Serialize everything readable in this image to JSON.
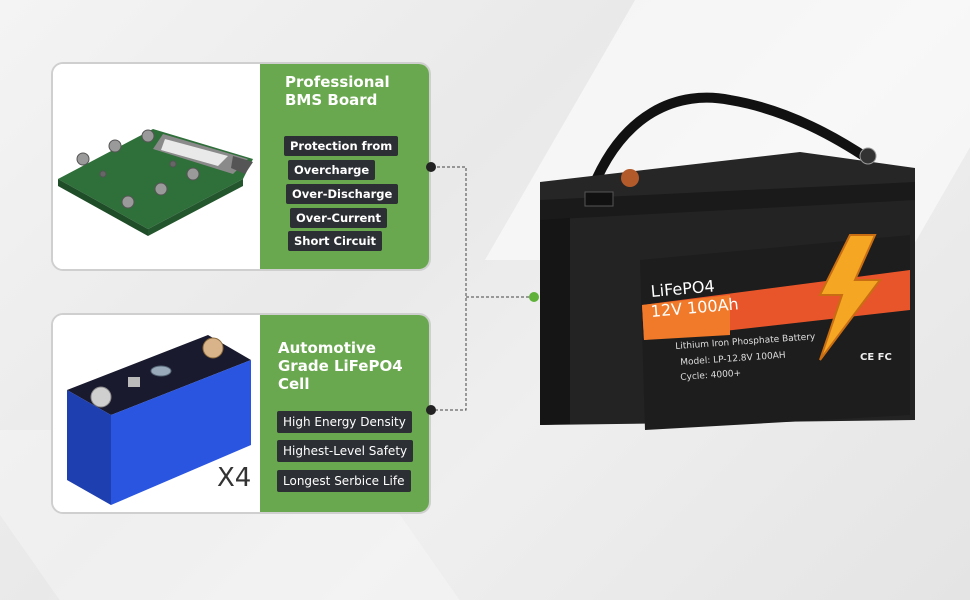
{
  "bms": {
    "title": "Professional BMS Board",
    "features": [
      "Protection from",
      "Overcharge",
      "Over-Discharge",
      "Over-Current",
      "Short Circuit"
    ]
  },
  "cell": {
    "title": "Automotive Grade LiFePO4 Cell",
    "features": [
      "High Energy Density",
      "Highest-Level Safety",
      "Longest Serbice Life"
    ],
    "count_label": "X4"
  },
  "battery": {
    "brand": "LiFePO4",
    "rating": "12V 100Ah",
    "type": "Lithium Iron Phosphate Battery",
    "model": "Model: LP-12.8V 100AH",
    "cycle": "Cycle: 4000+",
    "certs": "CE FC"
  },
  "colors": {
    "panel_green": "#6aa84f",
    "tag_dark": "#2c2f33",
    "connector_dot": "#5fb13a"
  }
}
